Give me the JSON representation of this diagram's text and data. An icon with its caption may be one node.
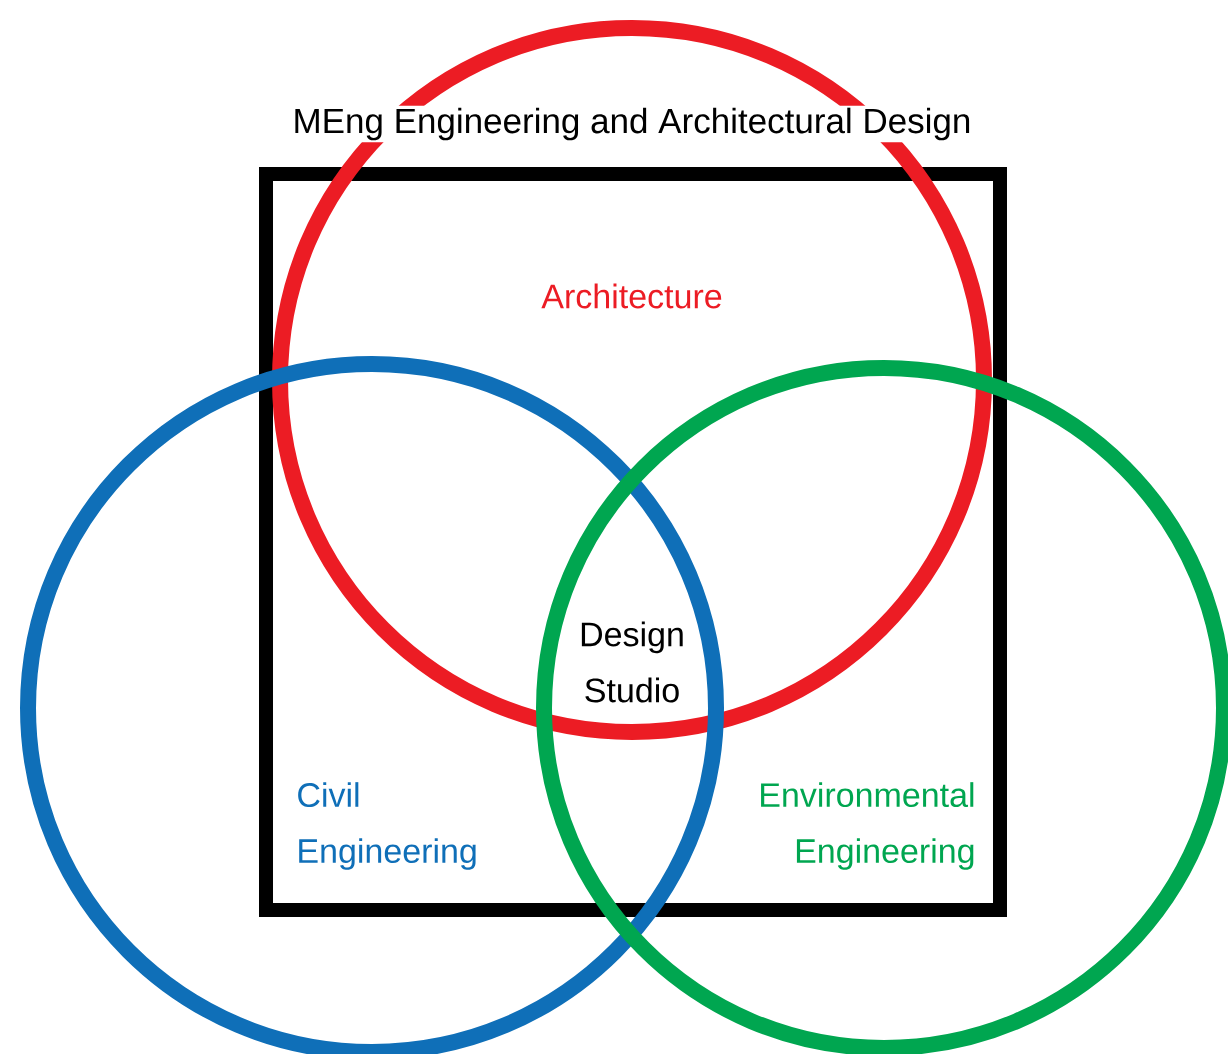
{
  "diagram": {
    "title": "MEng Engineering and Architectural Design",
    "nodes": [
      {
        "text": [],
        "shape": "box"
      },
      {
        "text": [
          "Architecture"
        ]
      },
      {
        "text": [
          "Civil Engineering"
        ]
      },
      {
        "text": [
          "Environmental Engineering"
        ]
      }
    ],
    "labels": [
      "Design Studio"
    ]
  }
}
